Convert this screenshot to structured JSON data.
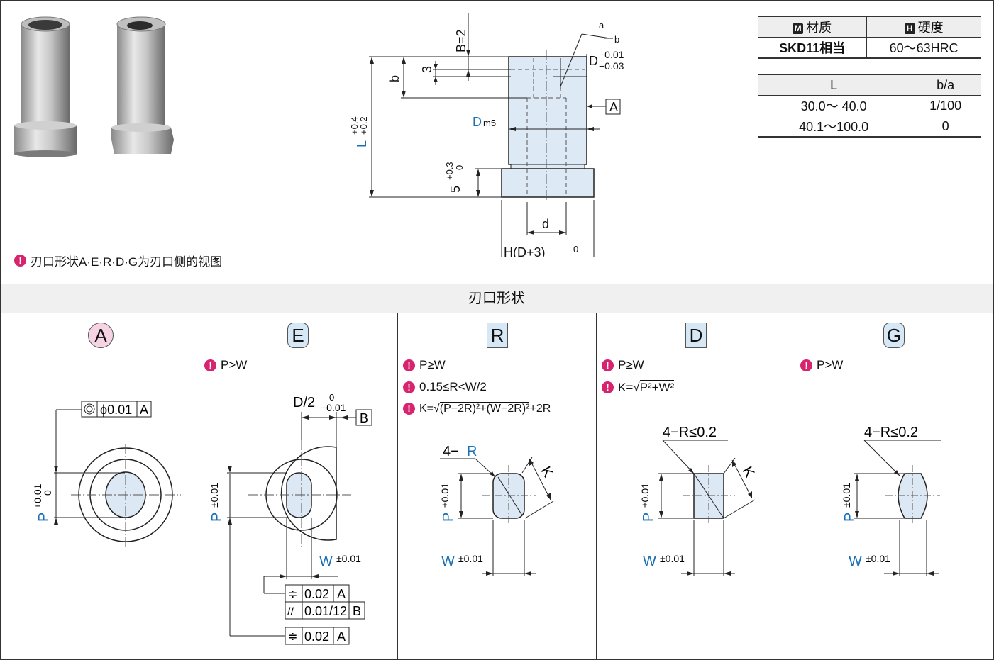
{
  "spec_table": {
    "material_badge": "M",
    "material_header": "材质",
    "hardness_badge": "H",
    "hardness_header": "硬度",
    "material_value": "SKD11相当",
    "hardness_value": "60～63HRC",
    "l_header": "L",
    "ba_header": "b/a",
    "rows": [
      {
        "l": "30.0～ 40.0",
        "ba": "1/100"
      },
      {
        "l": "40.1～100.0",
        "ba": "0"
      }
    ]
  },
  "drawing": {
    "b_eq_2": "B=2",
    "a": "a",
    "b_small": "b",
    "d_tol_top": "−0.01",
    "d_tol_bottom": "−0.03",
    "d_letter": "D",
    "three": "3",
    "b_dim": "b",
    "datum_a": "A",
    "dm5_d": "D",
    "dm5_sub": "m5",
    "l_letter": "L",
    "l_tol_top": "+0.4",
    "l_tol_bottom": "+0.2",
    "five": "5",
    "five_tol_top": "+0.3",
    "five_tol_bottom": "0",
    "d_small": "d",
    "h_label": "H(D+3)",
    "h_tol": "0"
  },
  "note": "刃口形状A·E·R·D·G为刃口侧的视图",
  "section_title": "刃口形状",
  "shapes": [
    {
      "letter": "A",
      "fcf_symbol": "◎",
      "fcf_value": "ϕ0.01",
      "fcf_datum": "A",
      "p_label": "P",
      "p_tol_top": "+0.01",
      "p_tol_bottom": "0"
    },
    {
      "letter": "E",
      "cond1": "P>W",
      "d2_label": "D/2",
      "d2_tol_top": "0",
      "d2_tol_bottom": "−0.01",
      "datum_b": "B",
      "p_label": "P",
      "p_tol": "±0.01",
      "w_label": "W",
      "w_tol": "±0.01",
      "fcf1_symbol": "≑",
      "fcf1_value": "0.02",
      "fcf1_datum": "A",
      "fcf2_symbol": "//",
      "fcf2_value": "0.01/12",
      "fcf2_datum": "B",
      "fcf3_symbol": "≑",
      "fcf3_value": "0.02",
      "fcf3_datum": "A"
    },
    {
      "letter": "R",
      "cond1": "P≥W",
      "cond2": "0.15≤R<W/2",
      "cond3_prefix": "K=",
      "cond3_sqrt": "(P−2R)²+(W−2R)²",
      "cond3_suffix": "+2R",
      "r_label": "4−",
      "r_letter": "R",
      "k_label": "K",
      "p_label": "P",
      "p_tol": "±0.01",
      "w_label": "W",
      "w_tol": "±0.01"
    },
    {
      "letter": "D",
      "cond1": "P≥W",
      "cond2_prefix": "K=",
      "cond2_sqrt": "P²+W²",
      "r_label": "4−R≤0.2",
      "k_label": "K",
      "p_label": "P",
      "p_tol": "±0.01",
      "w_label": "W",
      "w_tol": "±0.01"
    },
    {
      "letter": "G",
      "cond1": "P>W",
      "r_label": "4−R≤0.2",
      "p_label": "P",
      "p_tol": "±0.01",
      "w_label": "W",
      "w_tol": "±0.01"
    }
  ],
  "colors": {
    "blue_label": "#1a6fb5",
    "pin": "#d6246e",
    "fill_light": "#dce8f3",
    "badge_a": "#f6d3e2",
    "badge_other": "#d6e8f5"
  }
}
